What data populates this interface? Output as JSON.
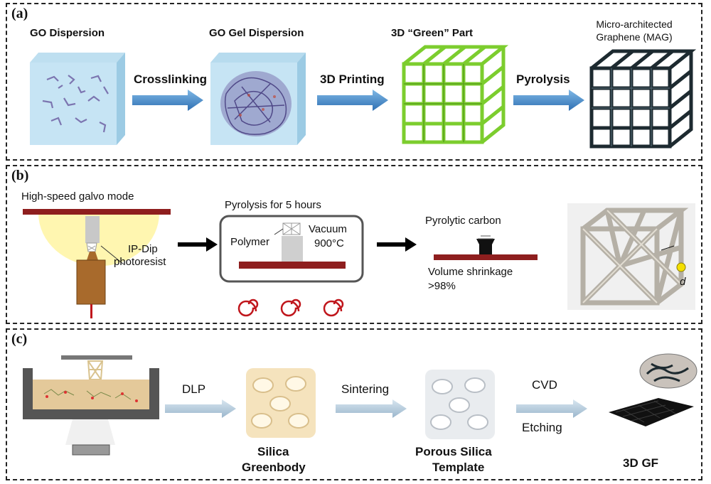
{
  "panel_a": {
    "label": "(a)",
    "stage1": "GO Dispersion",
    "stage2": "GO Gel Dispersion",
    "stage3": "3D “Green” Part",
    "stage4_line1": "Micro-architected",
    "stage4_line2": "Graphene (MAG)",
    "arrow1": "Crosslinking",
    "arrow2": "3D Printing",
    "arrow3": "Pyrolysis"
  },
  "panel_b": {
    "label": "(b)",
    "galvo": "High-speed galvo mode",
    "photoresist_line1": "IP-Dip",
    "photoresist_line2": "photoresist",
    "pyrolysis_title": "Pyrolysis for 5 hours",
    "polymer": "Polymer",
    "vacuum": "Vacuum",
    "temperature": "900°C",
    "carbon": "Pyrolytic carbon",
    "shrinkage_line1": "Volume shrinkage",
    "shrinkage_line2": ">98%",
    "d_label": "d"
  },
  "panel_c": {
    "label": "(c)",
    "arrow1": "DLP",
    "arrow2": "Sintering",
    "arrow3_top": "CVD",
    "arrow3_bottom": "Etching",
    "greenbody_line1": "Silica",
    "greenbody_line2": "Greenbody",
    "template_line1": "Porous Silica",
    "template_line2": "Template",
    "final": "3D GF"
  },
  "colors": {
    "blue_arrow": "#3d86c8",
    "light_arrow": "#a9c3d6",
    "substrate": "#8e1e1e",
    "green_lattice": "#7ccd2e",
    "dark_lattice": "#1d2a30",
    "resin": "#e4c99a"
  }
}
